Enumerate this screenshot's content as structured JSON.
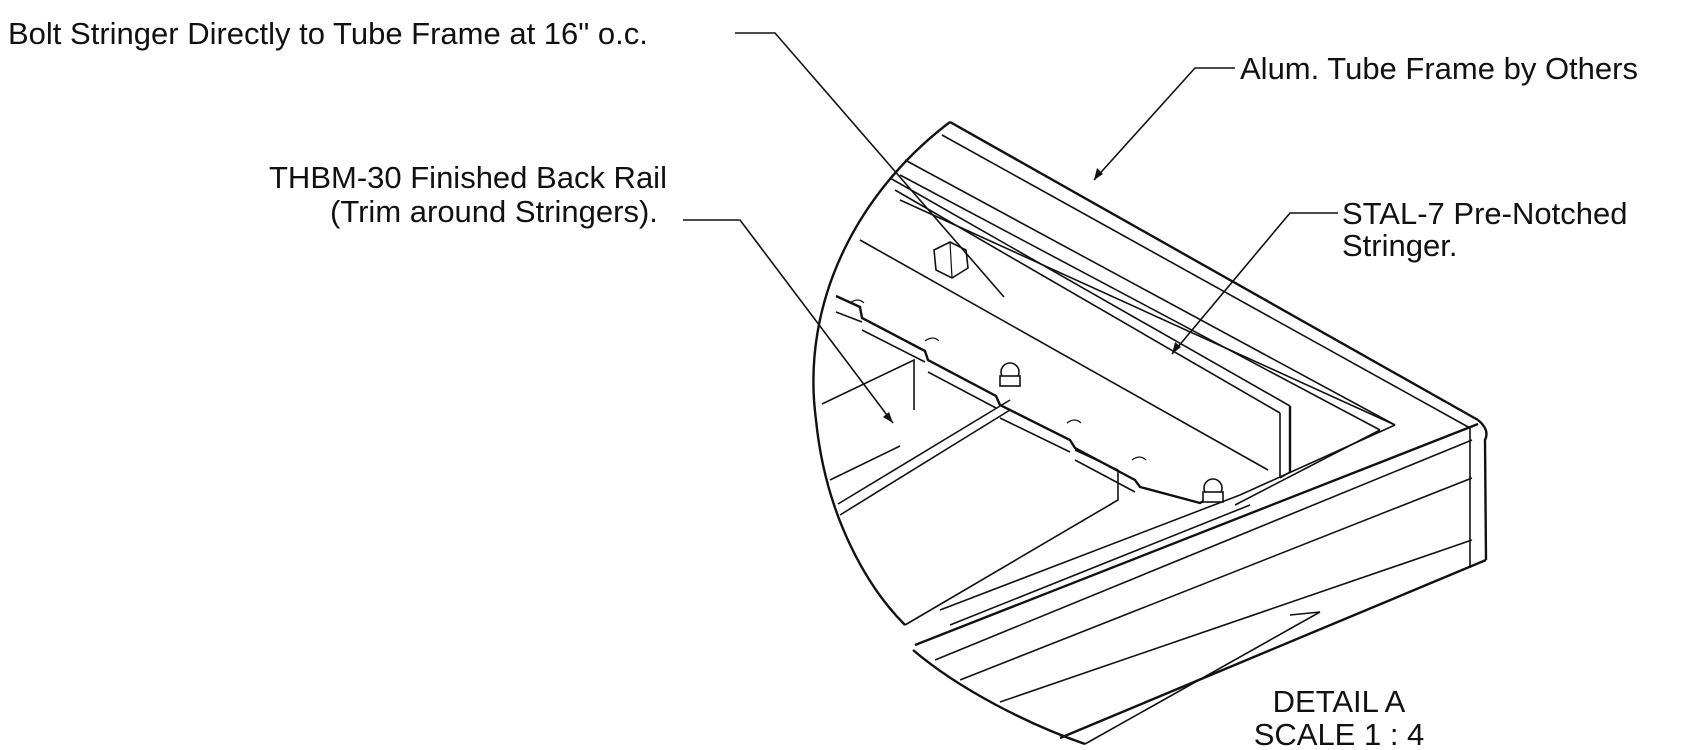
{
  "callouts": {
    "bolt": "Bolt Stringer Directly to Tube Frame at 16\" o.c.",
    "frame": "Alum. Tube Frame by Others",
    "back_rail_line1": "THBM-30 Finished Back Rail",
    "back_rail_line2": "(Trim around Stringers).",
    "stringer_line1": "STAL-7 Pre-Notched",
    "stringer_line2": "Stringer."
  },
  "detail": {
    "title": "DETAIL A",
    "scale": "SCALE 1 : 4"
  }
}
